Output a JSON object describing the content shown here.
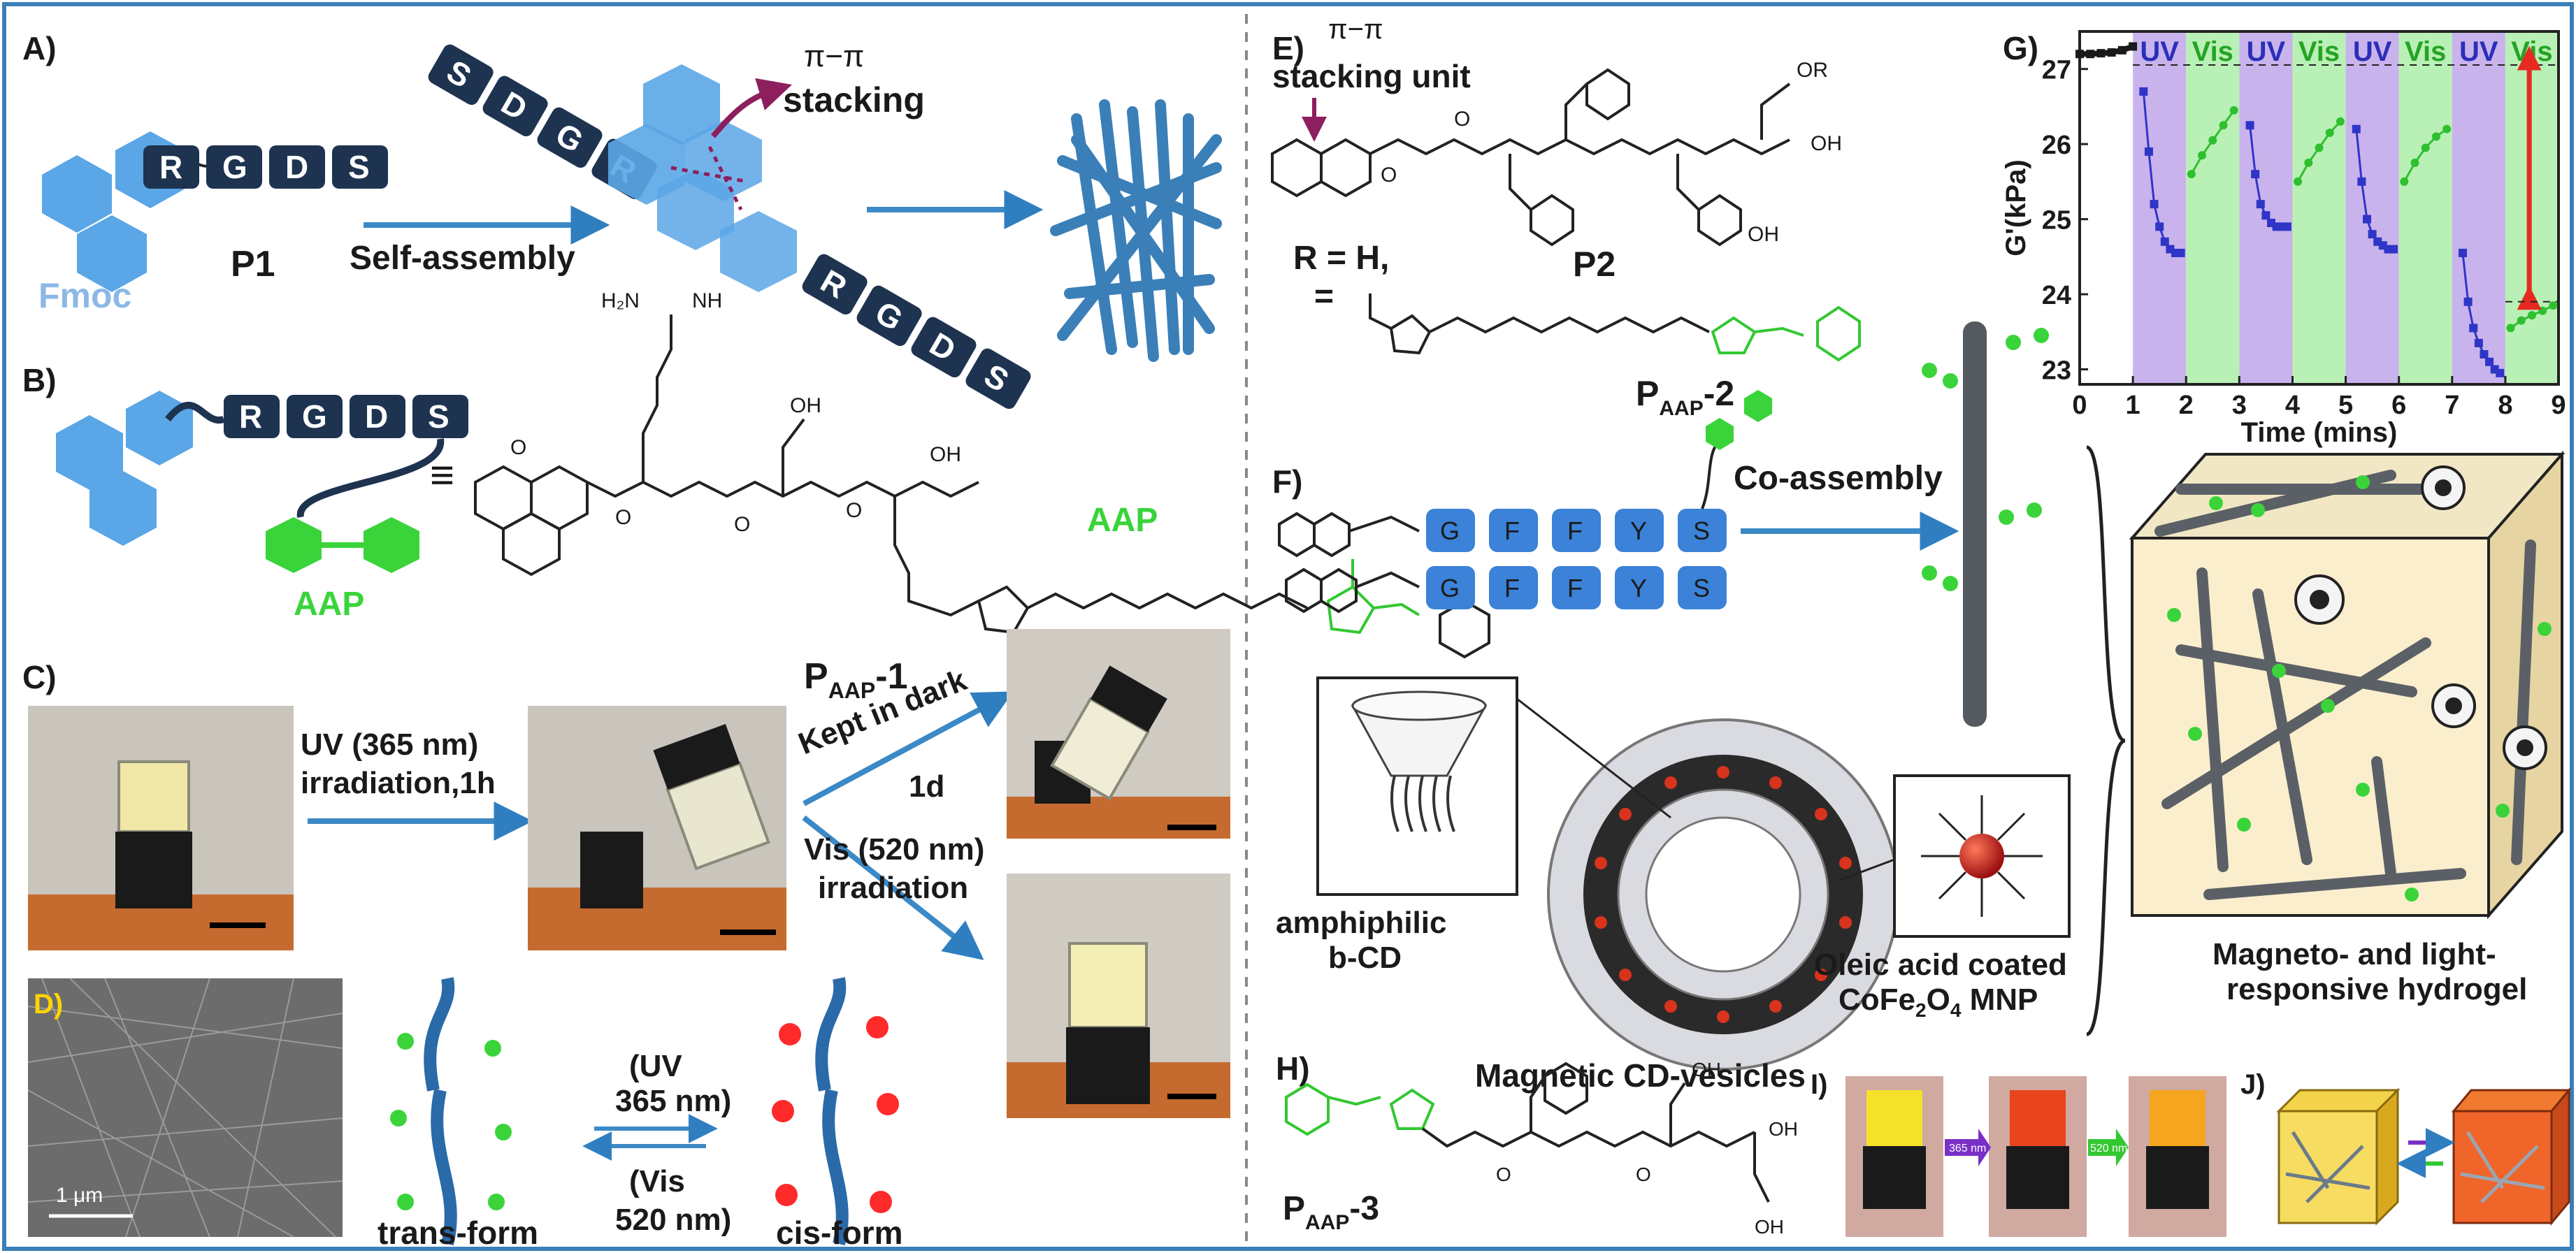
{
  "panels": {
    "A": {
      "label": "A)",
      "peptide": [
        "R",
        "G",
        "D",
        "S"
      ],
      "fmoc": "Fmoc",
      "compound": "P1",
      "process": "Self-assembly",
      "stacking": [
        "π−π",
        "stacking"
      ]
    },
    "B": {
      "label": "B)",
      "peptide": [
        "R",
        "G",
        "D",
        "S"
      ],
      "aap": "AAP",
      "aap_struct": "AAP",
      "compound_main": "P",
      "compound_sub": "AAP",
      "compound_suffix": "-1",
      "equiv": "≡"
    },
    "C": {
      "label": "C)",
      "uv_line1": "UV (365 nm)",
      "uv_line2": "irradiation,1h",
      "dark_line1": "Kept in dark",
      "dark_line2": "1d",
      "vis_line1": "Vis (520 nm)",
      "vis_line2": "irradiation"
    },
    "D": {
      "label": "D)",
      "scale": "1 μm",
      "uv_line1": "(UV",
      "uv_line2": "365 nm)",
      "vis_line1": "(Vis",
      "vis_line2": "520 nm)",
      "trans": "trans-form",
      "cis": "cis-form"
    },
    "E": {
      "label": "E)",
      "stacking_line1": "π−π",
      "stacking_line2": "stacking unit",
      "compound": "P2",
      "r_def": "R = H,",
      "r_eq": "=",
      "compound2_main": "P",
      "compound2_sub": "AAP",
      "compound2_suffix": "-2"
    },
    "F": {
      "label": "F)",
      "peptide": [
        "G",
        "F",
        "F",
        "Y",
        "S"
      ],
      "process": "Co-assembly",
      "amphiphilic_line1": "amphiphilic",
      "amphiphilic_line2": "b-CD",
      "vesicles_main": "Magnetic CD-vesicles",
      "oleic_line1": "Oleic acid coated",
      "oleic_line2_a": "CoFe",
      "oleic_line2_sub": "2",
      "oleic_line2_b": "O",
      "oleic_line2_sub2": "4",
      "oleic_line2_c": " MNP",
      "hydrogel_line1": "Magneto- and light-",
      "hydrogel_line2": "responsive hydrogel"
    },
    "G": {
      "label": "G)"
    },
    "H": {
      "label": "H)",
      "compound_main": "P",
      "compound_sub": "AAP",
      "compound_suffix": "-3"
    },
    "I": {
      "label": "I)",
      "arrow1": "365 nm",
      "arrow2": "520 nm"
    },
    "J": {
      "label": "J)"
    }
  },
  "colors": {
    "peptide": "#1e3350",
    "fmoc": "#5aa6e6",
    "aap": "#3ad43a",
    "arrow": "#3b89c6",
    "uv_band": "#c9b3ec",
    "vis_band": "#b9f0b5",
    "series": "#2f35c7",
    "series_vis": "#2fbf2f",
    "red_arrow": "#e52b20"
  },
  "chart_data": {
    "type": "line",
    "xlabel": "Time (mins)",
    "ylabel": "G'(kPa)",
    "xlim": [
      0,
      9
    ],
    "ylim": [
      22.8,
      27.5
    ],
    "xticks": [
      "0",
      "1",
      "2",
      "3",
      "4",
      "5",
      "6",
      "7",
      "8",
      "9"
    ],
    "yticks": [
      "23",
      "24",
      "25",
      "26",
      "27"
    ],
    "bands": [
      {
        "label": "UV",
        "from": 1,
        "to": 2
      },
      {
        "label": "Vis",
        "from": 2,
        "to": 3
      },
      {
        "label": "UV",
        "from": 3,
        "to": 4
      },
      {
        "label": "Vis",
        "from": 4,
        "to": 5
      },
      {
        "label": "UV",
        "from": 5,
        "to": 6
      },
      {
        "label": "Vis",
        "from": 6,
        "to": 7
      },
      {
        "label": "UV",
        "from": 7,
        "to": 8
      },
      {
        "label": "Vis",
        "from": 8,
        "to": 9
      }
    ],
    "series": [
      {
        "kind": "initial",
        "color": "#1a1a1a",
        "points": [
          [
            0,
            27.2
          ],
          [
            0.2,
            27.2
          ],
          [
            0.4,
            27.21
          ],
          [
            0.6,
            27.22
          ],
          [
            0.8,
            27.25
          ],
          [
            1.0,
            27.3
          ]
        ]
      },
      {
        "kind": "uv",
        "color": "#2f35c7",
        "points": [
          [
            1.2,
            26.7
          ],
          [
            1.3,
            25.9
          ],
          [
            1.4,
            25.2
          ],
          [
            1.5,
            24.9
          ],
          [
            1.6,
            24.7
          ],
          [
            1.7,
            24.6
          ],
          [
            1.8,
            24.55
          ],
          [
            1.9,
            24.55
          ]
        ]
      },
      {
        "kind": "vis",
        "color": "#2fbf2f",
        "points": [
          [
            2.1,
            25.6
          ],
          [
            2.3,
            25.85
          ],
          [
            2.5,
            26.05
          ],
          [
            2.7,
            26.25
          ],
          [
            2.9,
            26.45
          ]
        ]
      },
      {
        "kind": "uv",
        "color": "#2f35c7",
        "points": [
          [
            3.2,
            26.25
          ],
          [
            3.3,
            25.6
          ],
          [
            3.4,
            25.2
          ],
          [
            3.5,
            25.05
          ],
          [
            3.6,
            24.95
          ],
          [
            3.7,
            24.9
          ],
          [
            3.8,
            24.9
          ],
          [
            3.9,
            24.9
          ]
        ]
      },
      {
        "kind": "vis",
        "color": "#2fbf2f",
        "points": [
          [
            4.1,
            25.5
          ],
          [
            4.3,
            25.75
          ],
          [
            4.5,
            25.95
          ],
          [
            4.7,
            26.15
          ],
          [
            4.9,
            26.3
          ]
        ]
      },
      {
        "kind": "uv",
        "color": "#2f35c7",
        "points": [
          [
            5.2,
            26.2
          ],
          [
            5.3,
            25.5
          ],
          [
            5.4,
            25.0
          ],
          [
            5.5,
            24.8
          ],
          [
            5.6,
            24.7
          ],
          [
            5.7,
            24.65
          ],
          [
            5.8,
            24.6
          ],
          [
            5.9,
            24.6
          ]
        ]
      },
      {
        "kind": "vis",
        "color": "#2fbf2f",
        "points": [
          [
            6.1,
            25.5
          ],
          [
            6.3,
            25.75
          ],
          [
            6.5,
            25.95
          ],
          [
            6.7,
            26.1
          ],
          [
            6.9,
            26.2
          ]
        ]
      },
      {
        "kind": "uv",
        "color": "#2f35c7",
        "points": [
          [
            7.2,
            24.55
          ],
          [
            7.3,
            23.9
          ],
          [
            7.4,
            23.55
          ],
          [
            7.5,
            23.35
          ],
          [
            7.6,
            23.2
          ],
          [
            7.7,
            23.1
          ],
          [
            7.8,
            23.0
          ],
          [
            7.9,
            22.95
          ]
        ]
      },
      {
        "kind": "vis",
        "color": "#2fbf2f",
        "points": [
          [
            8.1,
            23.55
          ],
          [
            8.3,
            23.65
          ],
          [
            8.5,
            23.72
          ],
          [
            8.7,
            23.78
          ],
          [
            8.9,
            23.85
          ]
        ]
      }
    ],
    "arrow_range": [
      23.9,
      27.2
    ]
  }
}
